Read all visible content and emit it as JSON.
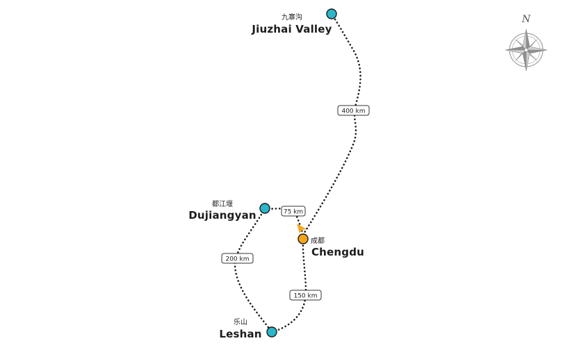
{
  "cities": {
    "jiuzhai": {
      "name_en": "Jiuzhai Valley",
      "name_zh": "九寨沟"
    },
    "dujiangyan": {
      "name_en": "Dujiangyan",
      "name_zh": "都江堰"
    },
    "chengdu": {
      "name_en": "Chengdu",
      "name_zh": "成都"
    },
    "leshan": {
      "name_en": "Leshan",
      "name_zh": "乐山"
    }
  },
  "routes": {
    "chengdu_jiuzhai": {
      "distance": "400 km"
    },
    "chengdu_dujiangyan": {
      "distance": "75 km"
    },
    "dujiangyan_leshan": {
      "distance": "200 km"
    },
    "leshan_chengdu": {
      "distance": "150 km"
    }
  },
  "compass": {
    "north_label": "N"
  },
  "colors": {
    "city_marker": "#2bb7c9",
    "current_marker": "#f5a51c",
    "route": "#1a1a1a",
    "compass": "#999999"
  }
}
